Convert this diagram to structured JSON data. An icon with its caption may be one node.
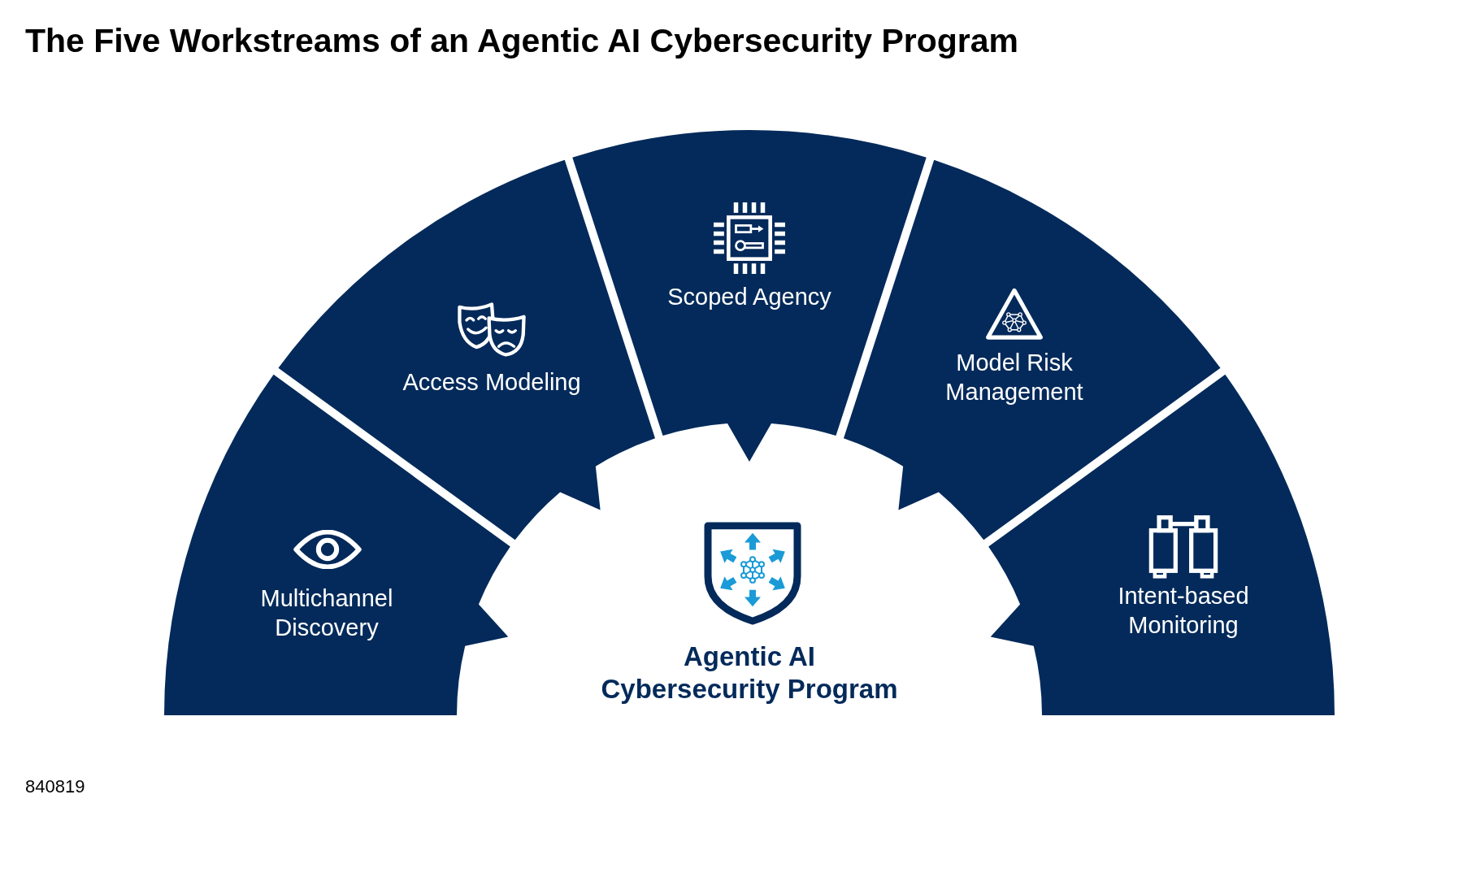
{
  "diagram": {
    "title": "The Five Workstreams of an Agentic AI Cybersecurity Program",
    "nodes": [
      {
        "text": [
          "Multichannel Discovery"
        ]
      },
      {
        "text": [
          "Access Modeling"
        ]
      },
      {
        "text": [
          "Scoped Agency"
        ]
      },
      {
        "text": [
          "Model Risk Management"
        ]
      },
      {
        "text": [
          "Intent-based Monitoring"
        ]
      }
    ],
    "labels": [
      "Agentic AI Cybersecurity Program",
      "840819"
    ]
  }
}
